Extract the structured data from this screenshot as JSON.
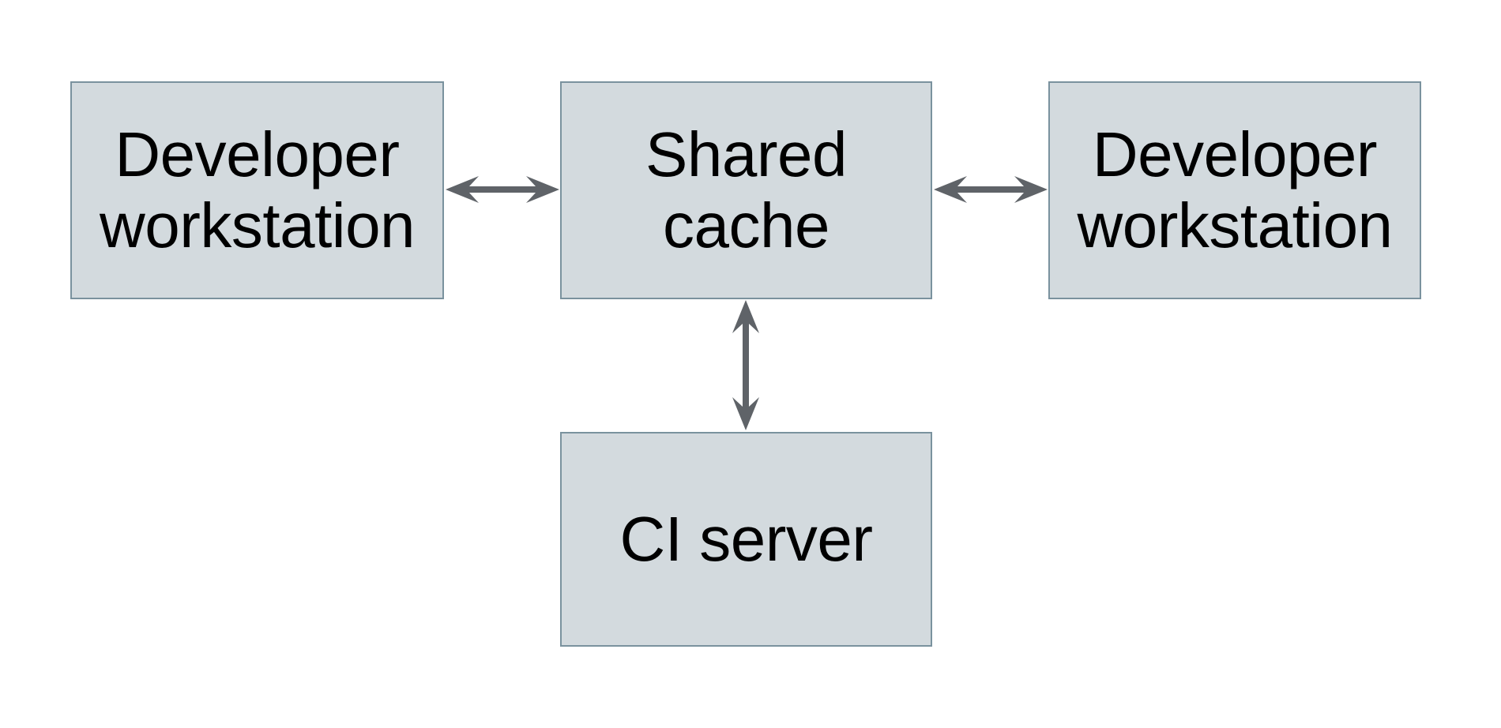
{
  "diagram": {
    "colors": {
      "background": "#ffffff",
      "node_fill": "#d3dade",
      "node_border": "#7a929e",
      "arrow_color": "#5f6368",
      "text_color": "#000000"
    },
    "nodes": [
      {
        "id": "developer-workstation-left",
        "label": "Developer\nworkstation"
      },
      {
        "id": "shared-cache",
        "label": "Shared\ncache"
      },
      {
        "id": "developer-workstation-right",
        "label": "Developer\nworkstation"
      },
      {
        "id": "ci-server",
        "label": "CI server"
      }
    ],
    "edges": [
      {
        "from": "developer-workstation-left",
        "to": "shared-cache",
        "direction": "bidirectional"
      },
      {
        "from": "shared-cache",
        "to": "developer-workstation-right",
        "direction": "bidirectional"
      },
      {
        "from": "shared-cache",
        "to": "ci-server",
        "direction": "bidirectional"
      }
    ]
  }
}
